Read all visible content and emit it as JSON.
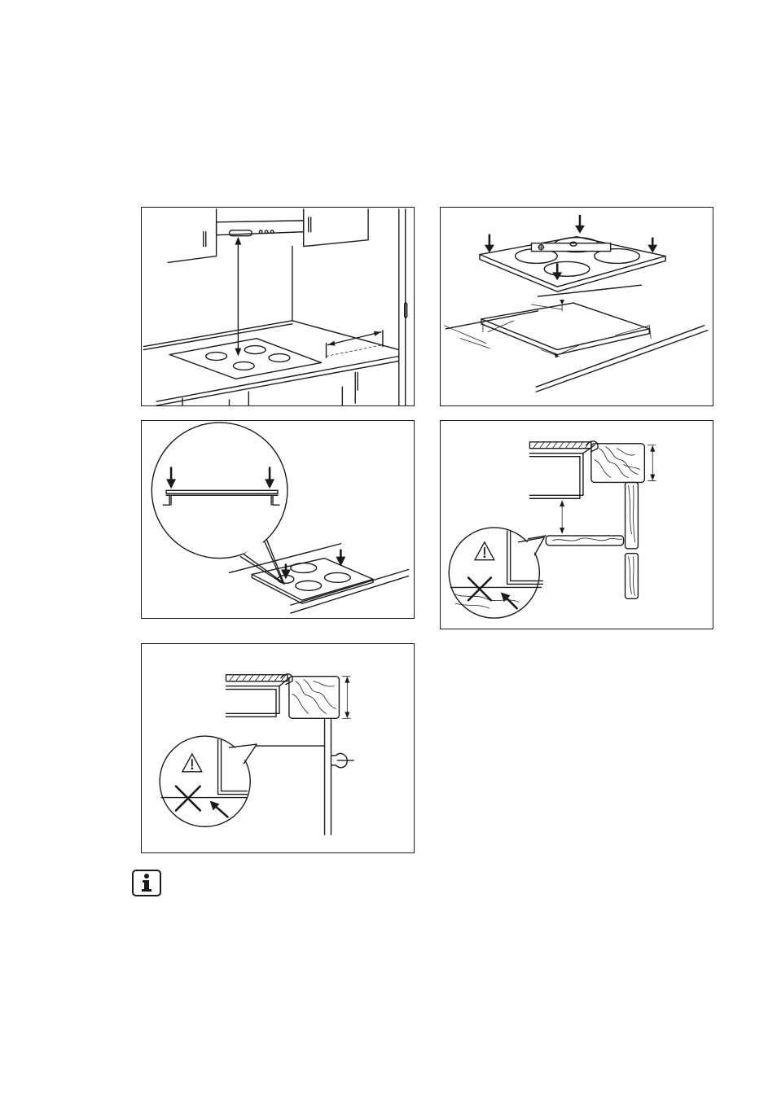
{
  "figures": [
    {
      "id": "hood-clearance",
      "icons": [
        "cooker-hood",
        "hob",
        "worktop",
        "cabinet"
      ]
    },
    {
      "id": "hob-cutout",
      "icons": [
        "hob",
        "spirit-level",
        "cutout-frame",
        "press-arrow"
      ]
    },
    {
      "id": "seal-installation",
      "icons": [
        "magnifier-circle",
        "seal",
        "press-arrow",
        "hob"
      ]
    },
    {
      "id": "protection-board",
      "icons": [
        "worktop-section",
        "wood-board",
        "warning-triangle",
        "cross-mark"
      ]
    },
    {
      "id": "drawer-clearance",
      "icons": [
        "worktop-section",
        "wood-board",
        "warning-triangle",
        "cross-mark",
        "knob"
      ]
    }
  ],
  "info_icon": "info-icon"
}
